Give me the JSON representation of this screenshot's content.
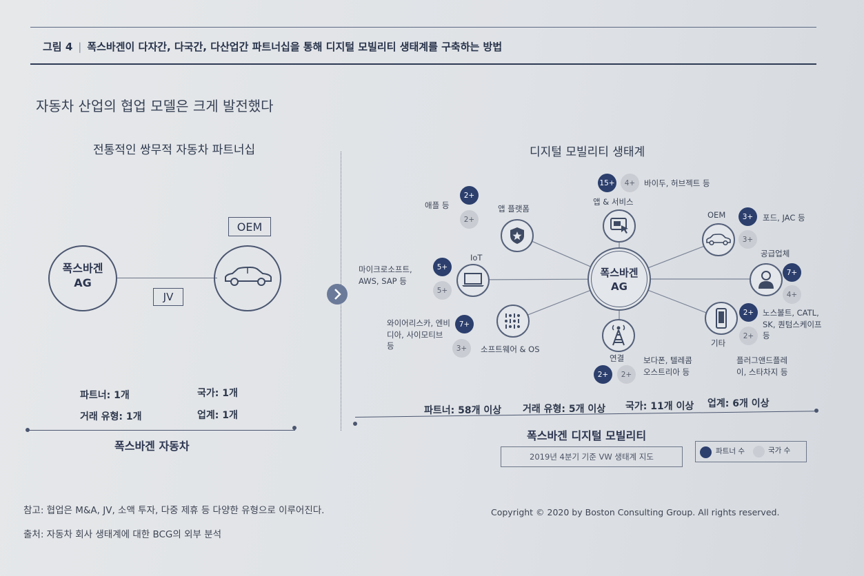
{
  "figure": {
    "label": "그림 4",
    "title": "폭스바겐이 다자간, 다국간, 다산업간 파트너십을 통해 디지털 모빌리티 생태계를 구축하는 방법"
  },
  "subtitle": "자동차 산업의 협업 모델은 크게 발전했다",
  "left": {
    "heading": "전통적인 쌍무적 자동차 파트너십",
    "vw_node": "폭스바겐 AG",
    "oem_label": "OEM",
    "jv_label": "JV",
    "stats": {
      "partners": "파트너: 1개",
      "countries": "국가: 1개",
      "deal_types": "거래 유형: 1개",
      "industries": "업계: 1개"
    },
    "footer": "폭스바겐 자동차"
  },
  "right": {
    "heading": "디지털 모빌리티 생태계",
    "center_node": "폭스바겐 AG",
    "nodes": {
      "app_platform": {
        "label": "앱 플랫폼",
        "partner_badge": "2+",
        "country_badge": "2+",
        "partners_text": "애플 등"
      },
      "app_services": {
        "label": "앱 & 서비스",
        "partner_badge": "15+",
        "country_badge": "4+",
        "partners_text": "바이두, 허브젝트 등"
      },
      "oem": {
        "label": "OEM",
        "partner_badge": "3+",
        "country_badge": "3+",
        "partners_text": "포드, JAC 등"
      },
      "iot": {
        "label": "IoT",
        "partner_badge": "5+",
        "country_badge": "5+",
        "partners_text": "마이크로소프트, AWS, SAP 등"
      },
      "supplier": {
        "label": "공급업체",
        "partner_badge": "7+",
        "country_badge": "4+"
      },
      "software": {
        "label": "소프트웨어 & OS",
        "partner_badge": "7+",
        "country_badge": "3+",
        "partners_text": "와이어리스카, 엔비디아, 사이모티브 등"
      },
      "connectivity": {
        "label": "연결",
        "partner_badge": "2+",
        "country_badge": "2+",
        "partners_text": "보다폰, 텔레콤 오스트리아 등"
      },
      "other": {
        "label": "기타",
        "partner_badge": "2+",
        "country_badge": "2+",
        "partners_text": "노스볼트, CATL, SK, 퀀텀스케이프 등",
        "partners_text2": "플러그앤드플레이, 스타차지 등"
      }
    },
    "stats": {
      "partners": "파트너: 58개 이상",
      "deal_types": "거래 유형: 5개 이상",
      "countries": "국가: 11개 이상",
      "industries": "업계: 6개 이상"
    },
    "footer": "폭스바겐 디지털 모빌리티",
    "source_box": "2019년 4분기 기준 VW 생태계 지도",
    "legend": {
      "partners": "파트너 수",
      "countries": "국가 수"
    }
  },
  "notes": {
    "reference": "참고: 협업은 M&A, JV, 소액 투자, 다중 제휴 등 다양한 유형으로 이루어진다.",
    "source": "출처: 자동차 회사 생태계에 대한 BCG의 외부 분석",
    "copyright": "Copyright © 2020 by Boston Consulting Group. All rights reserved."
  },
  "colors": {
    "navy": "#2c3f6d",
    "grey_badge": "#c9ccd2",
    "line": "#3e4d6b"
  }
}
